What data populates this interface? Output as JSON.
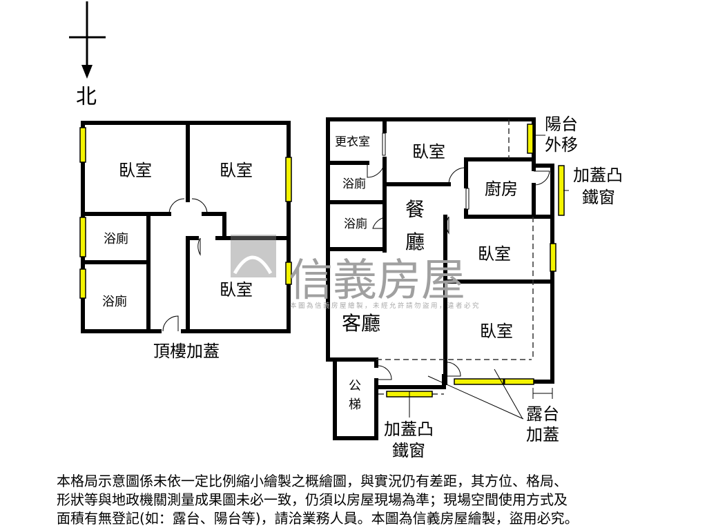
{
  "compass": {
    "north_label": "北"
  },
  "rooftop_plan": {
    "caption": "頂樓加蓋",
    "rooms": [
      "臥室",
      "臥室",
      "浴廁",
      "浴廁",
      "臥室"
    ]
  },
  "main_plan": {
    "rooms": {
      "closet": "更衣室",
      "bedroom_top": "臥室",
      "bath_1": "浴廁",
      "bath_2": "浴廁",
      "dining": "餐",
      "dining_2": "廳",
      "kitchen": "廚房",
      "bedroom_mid": "臥室",
      "living": "客廳",
      "bedroom_bottom": "臥室",
      "stair_1": "公",
      "stair_2": "梯"
    },
    "annotations": {
      "balcony_1": "陽台",
      "balcony_2": "外移",
      "iron_window_right_1": "加蓋凸",
      "iron_window_right_2": "鐵窗",
      "iron_window_bottom_1": "加蓋凸",
      "iron_window_bottom_2": "鐵窗",
      "terrace_1": "露台",
      "terrace_2": "加蓋"
    }
  },
  "watermark": {
    "brand": "信義房屋",
    "notice": "本圖為信義房屋繪製，未經允許請勿盜用，違者必究"
  },
  "disclaimer": {
    "lines": [
      "本格局示意圖係未依一定比例縮小繪製之概繪圖，與實況仍有差距，其方位、格局、",
      "形狀等與地政機關測量成果圖未必一致，仍須以房屋現場為準；現場空間使用方式及",
      "面積有無登記(如：露台、陽台等)，請洽業務人員。本圖為信義房屋繪製，盜用必究。"
    ]
  },
  "colors": {
    "window": "#f4f400",
    "wall": "#000000",
    "watermark": "#a0a0a0"
  }
}
